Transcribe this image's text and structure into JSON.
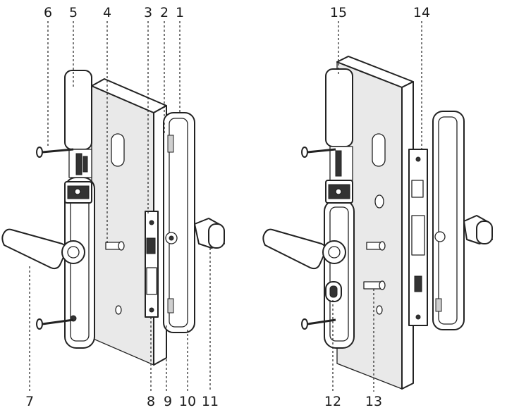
{
  "callouts_top_left": [
    "6",
    "5",
    "4",
    "3",
    "2",
    "1"
  ],
  "callouts_top_right": [
    "15",
    "14"
  ],
  "callouts_bottom_left": [
    "7",
    "8",
    "9",
    "10",
    "11"
  ],
  "callouts_bottom_right": [
    "12",
    "13"
  ]
}
